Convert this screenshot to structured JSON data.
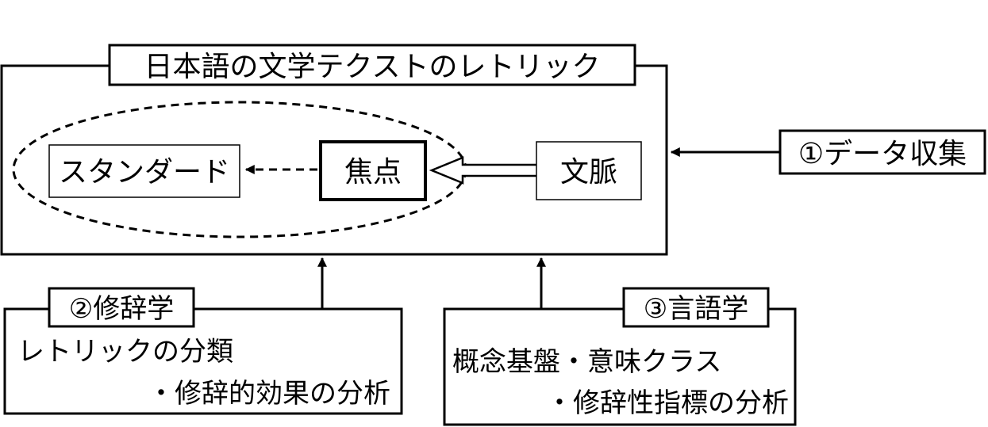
{
  "main_box": {
    "title": "日本語の文学テクストのレトリック",
    "standard": "スタンダード",
    "focus": "焦点",
    "context": "文脈"
  },
  "data_collection": {
    "label": "①データ収集"
  },
  "rhetoric_box": {
    "title": "②修辞学",
    "line1": "レトリックの分類",
    "line2": "・修辞的効果の分析"
  },
  "linguistics_box": {
    "title": "③言語学",
    "line1": "概念基盤・意味クラス",
    "line2": "・修辞性指標の分析"
  },
  "colors": {
    "stroke": "#000000",
    "background": "#ffffff"
  }
}
